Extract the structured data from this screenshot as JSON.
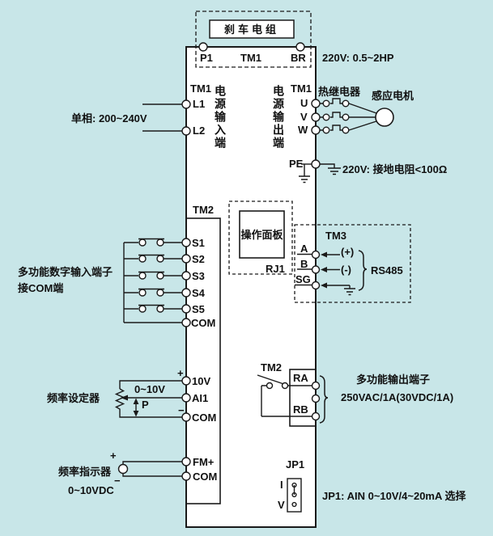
{
  "colors": {
    "background": "#c8e6e8",
    "line": "#1a1a1a",
    "box_fill": "#ffffff"
  },
  "brake": {
    "label": "刹车电组",
    "p1": "P1",
    "tm1": "TM1",
    "br": "BR",
    "rating": "220V: 0.5~2HP"
  },
  "input": {
    "tm1": "TM1",
    "l1": "L1",
    "l2": "L2",
    "phase": "单相: 200~240V",
    "vlabel": "电源输入端"
  },
  "output": {
    "tm1": "TM1",
    "u": "U",
    "v": "V",
    "w": "W",
    "vlabel": "电源输出端",
    "relay": "热继电器",
    "motor": "感应电机"
  },
  "ground": {
    "pe": "PE",
    "note": "220V: 接地电阻<100Ω"
  },
  "digital": {
    "tm2": "TM2",
    "terminals": [
      "S1",
      "S2",
      "S3",
      "S4",
      "S5",
      "COM"
    ],
    "note1": "多功能数字输入端子",
    "note2": "接COM端"
  },
  "panel": {
    "label": "操作面板",
    "rj1": "RJ1"
  },
  "rs485": {
    "tm3": "TM3",
    "a": "A",
    "b": "B",
    "sg": "SG",
    "plus": "(+)",
    "minus": "(-)",
    "label": "RS485"
  },
  "relay_out": {
    "tm2": "TM2",
    "ra": "RA",
    "rb": "RB",
    "note1": "多功能输出端子",
    "note2": "250VAC/1A(30VDC/1A)"
  },
  "analog_in": {
    "v10": "10V",
    "ai1": "AI1",
    "com": "COM",
    "plus": "+",
    "minus": "−",
    "range": "0~10V",
    "p": "P",
    "device": "频率设定器"
  },
  "analog_out": {
    "fm": "FM+",
    "com": "COM",
    "plus": "+",
    "minus": "−",
    "device": "频率指示器",
    "range": "0~10VDC"
  },
  "jumper": {
    "label": "JP1",
    "i": "I",
    "v": "V",
    "note": "JP1: AIN 0~10V/4~20mA 选择"
  }
}
